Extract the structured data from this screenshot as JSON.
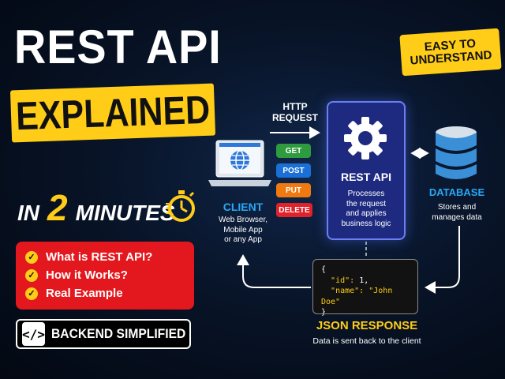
{
  "title": {
    "line1": "REST API",
    "line2": "EXPLAINED",
    "in": "IN",
    "number": "2",
    "minutes": "MINUTES"
  },
  "badge": {
    "line1": "EASY TO",
    "line2": "UNDERSTAND"
  },
  "checklist": [
    {
      "label": "What is REST API?"
    },
    {
      "label": "How it Works?"
    },
    {
      "label": "Real Example"
    }
  ],
  "backend": {
    "icon": "</>",
    "label": "BACKEND SIMPLIFIED"
  },
  "request": {
    "line1": "HTTP",
    "line2": "REQUEST"
  },
  "methods": {
    "get": "GET",
    "post": "POST",
    "put": "PUT",
    "delete": "DELETE"
  },
  "client": {
    "title": "CLIENT",
    "line1": "Web Browser,",
    "line2": "Mobile App",
    "line3": "or any App"
  },
  "api": {
    "title": "REST API",
    "line1": "Processes",
    "line2": "the request",
    "line3": "and applies",
    "line4": "business logic"
  },
  "database": {
    "title": "DATABASE",
    "line1": "Stores and",
    "line2": "manages data"
  },
  "json": {
    "open": "{",
    "id_key": "\"id\":",
    "id_value": "1,",
    "name_key": "\"name\":",
    "name_value": "\"John Doe\"",
    "close": "}",
    "title": "JSON RESPONSE",
    "desc": "Data is sent back to the client"
  },
  "colors": {
    "accent_yellow": "#ffcc17",
    "accent_red": "#e3181e",
    "accent_blue": "#2aa8f4",
    "api_box": "#1e2a80"
  }
}
